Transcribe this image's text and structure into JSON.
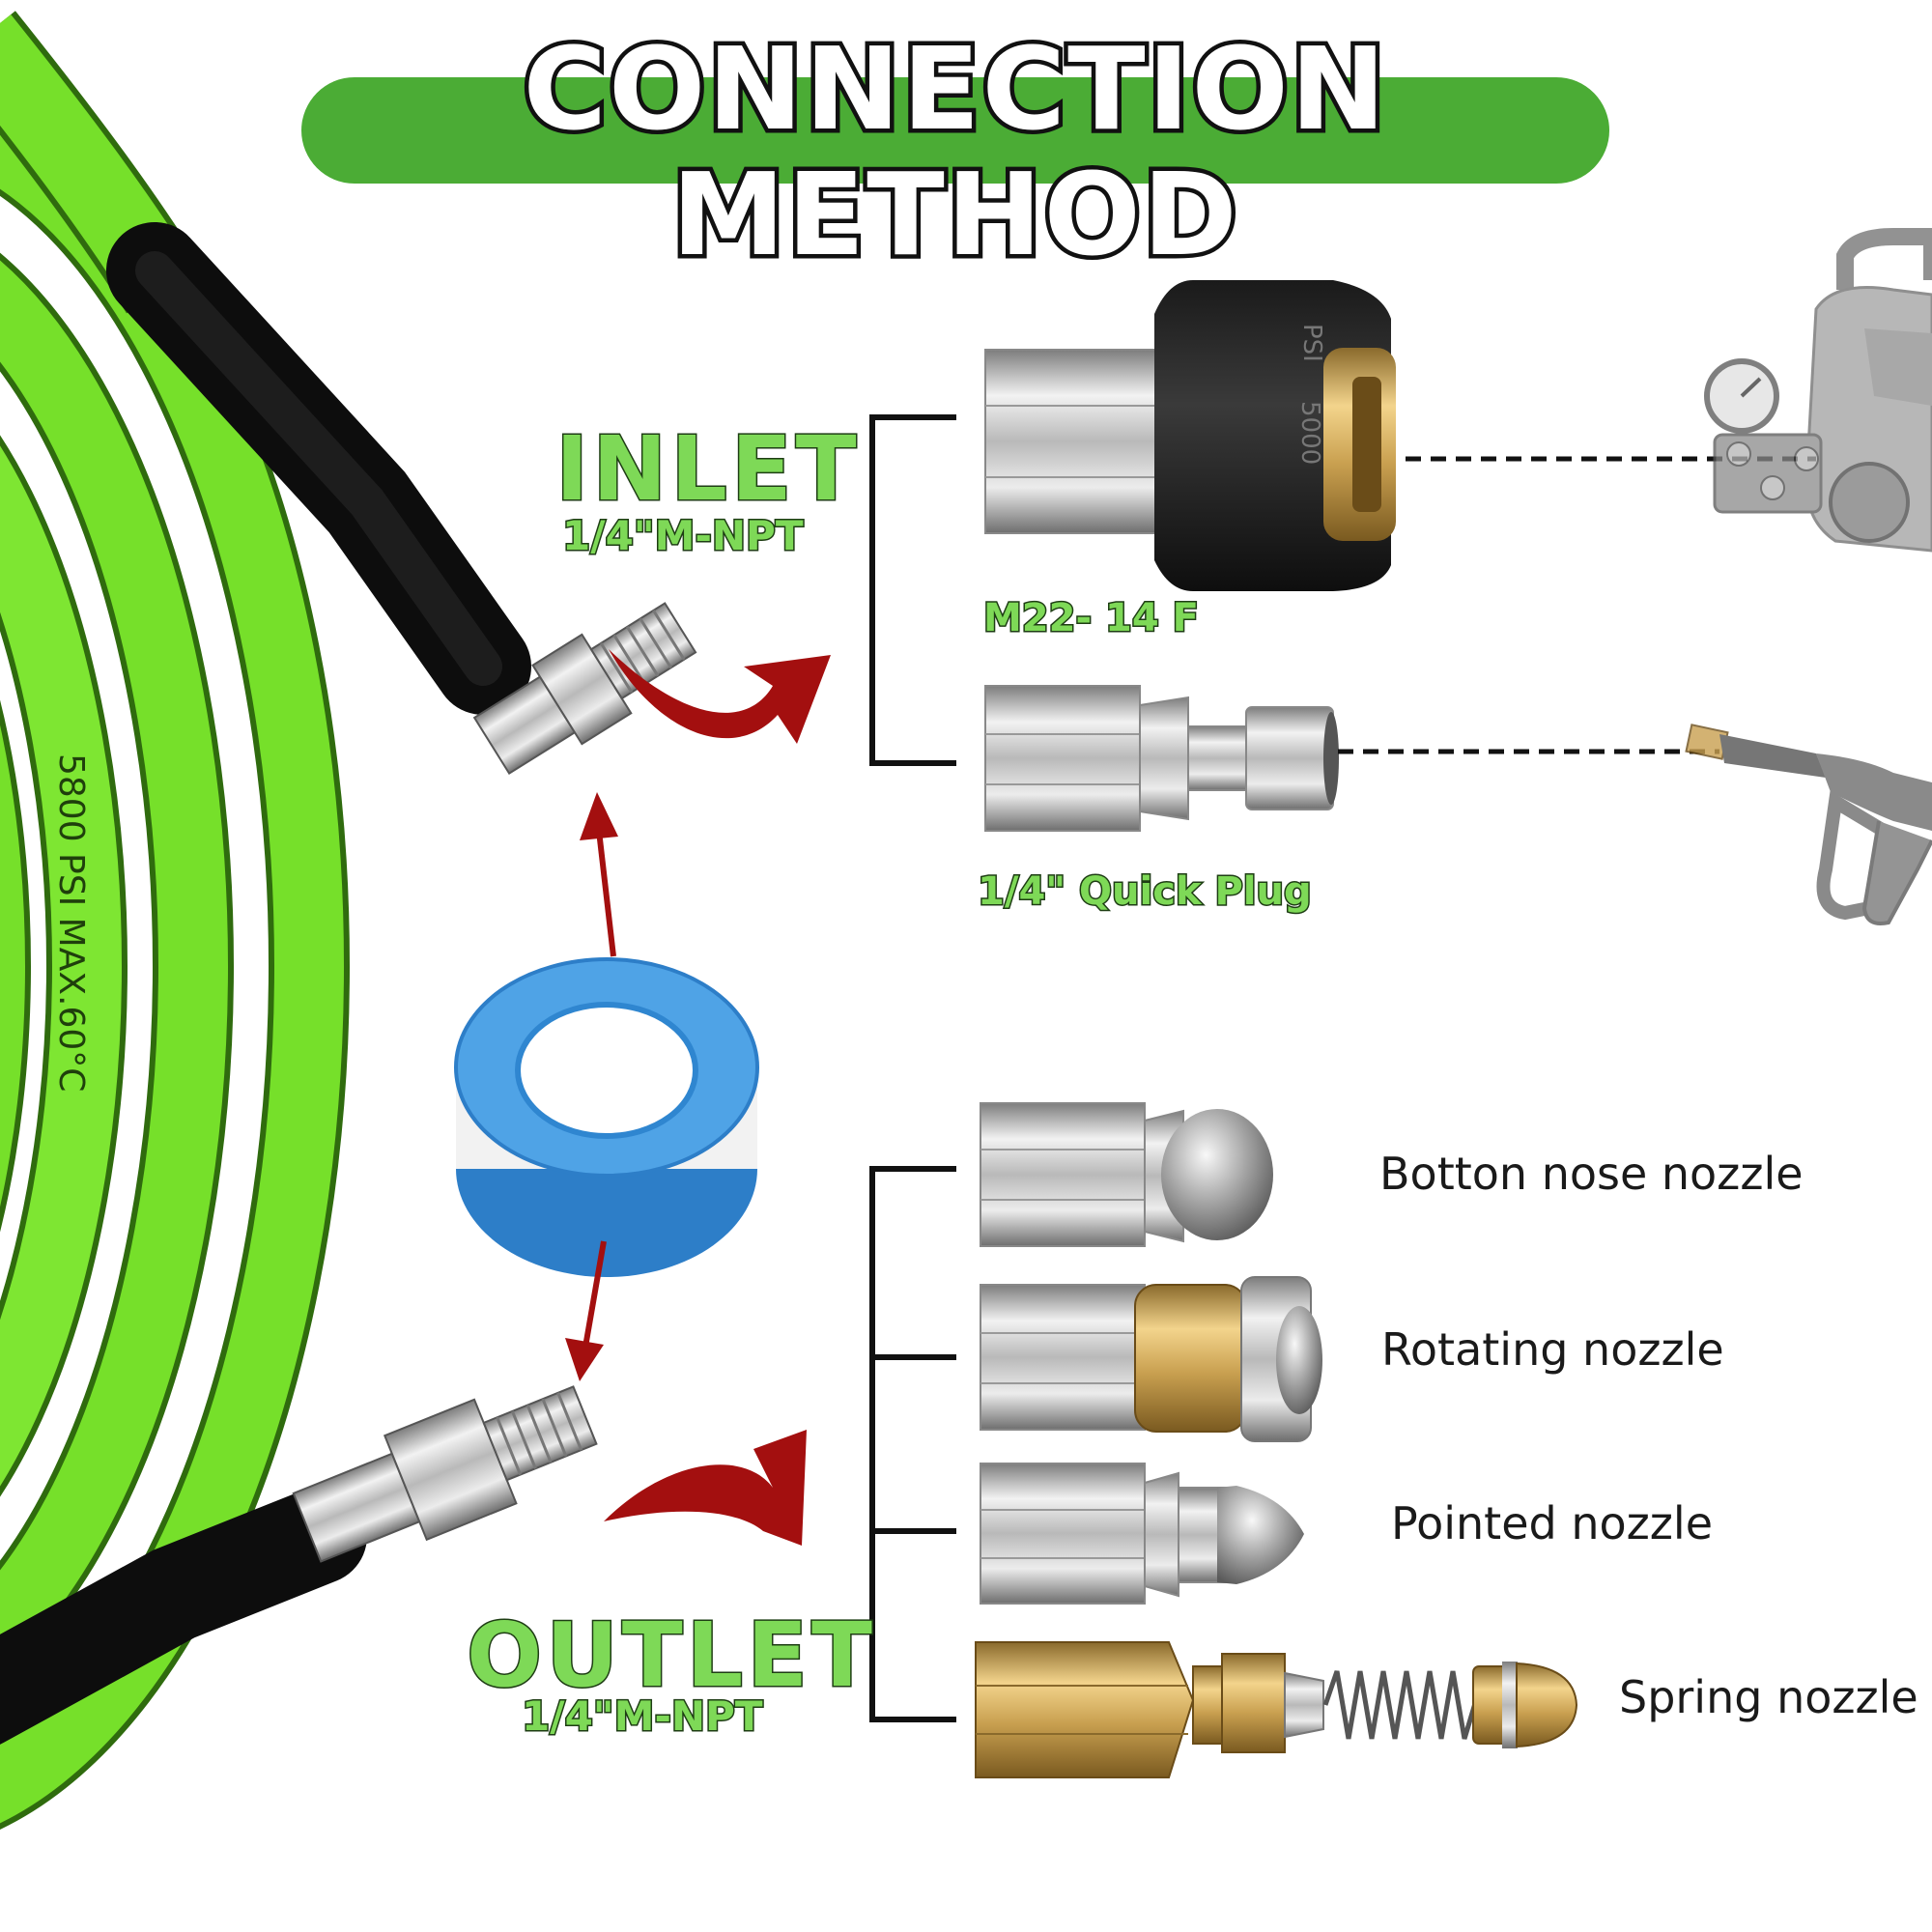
{
  "title": "CONNECTION METHOD",
  "inlet": {
    "label": "INLET",
    "thread": "1/4\"M-NPT"
  },
  "outlet": {
    "label": "OUTLET",
    "thread": "1/4\"M-NPT"
  },
  "inlet_fittings": [
    {
      "label": "M22- 14 F"
    },
    {
      "label": "1/4\" Quick Plug"
    }
  ],
  "coupler_markings": {
    "psi": "PSI",
    "rating": "5000"
  },
  "hose_print": "5800 PSI  MAX.60°C",
  "nozzles": [
    {
      "label": "Botton nose nozzle"
    },
    {
      "label": "Rotating nozzle"
    },
    {
      "label": "Pointed nozzle"
    },
    {
      "label": "Spring nozzle"
    }
  ],
  "colors": {
    "banner_green": "#4bac35",
    "hose_green": "#76e02a",
    "label_green": "#7ed957",
    "arrow_red": "#a30f0f",
    "tape_blue": "#3d8fd6"
  }
}
